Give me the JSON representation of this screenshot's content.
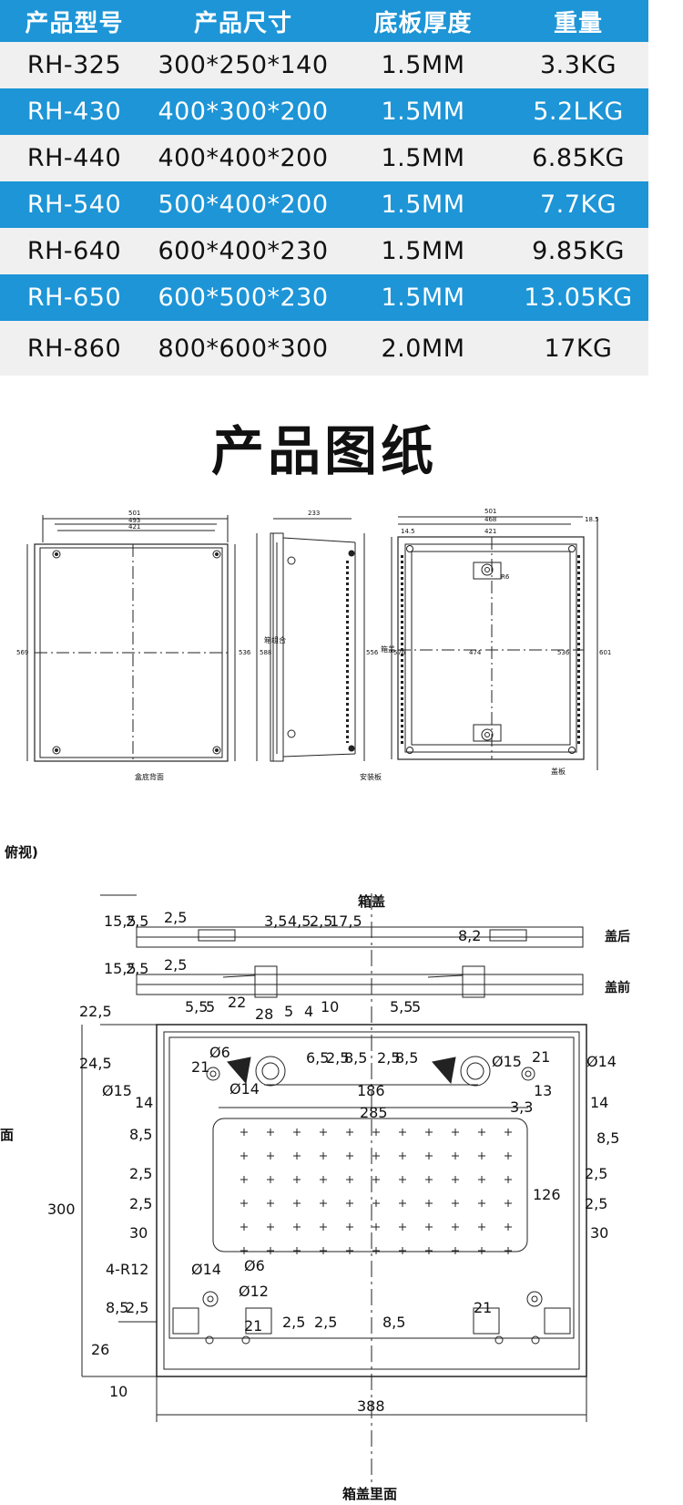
{
  "spec_table": {
    "headers": [
      "产品型号",
      "产品尺寸",
      "底板厚度",
      "重量"
    ],
    "rows": [
      {
        "model": "RH-325",
        "size": "300*250*140",
        "thickness": "1.5MM",
        "weight": "3.3KG"
      },
      {
        "model": "RH-430",
        "size": "400*300*200",
        "thickness": "1.5MM",
        "weight": "5.2LKG"
      },
      {
        "model": "RH-440",
        "size": "400*400*200",
        "thickness": "1.5MM",
        "weight": "6.85KG"
      },
      {
        "model": "RH-540",
        "size": "500*400*200",
        "thickness": "1.5MM",
        "weight": "7.7KG"
      },
      {
        "model": "RH-640",
        "size": "600*400*230",
        "thickness": "1.5MM",
        "weight": "9.85KG"
      },
      {
        "model": "RH-650",
        "size": "600*500*230",
        "thickness": "1.5MM",
        "weight": "13.05KG"
      },
      {
        "model": "RH-860",
        "size": "800*600*300",
        "thickness": "2.0MM",
        "weight": "17KG"
      }
    ],
    "colors": {
      "blue": "#1d95d7",
      "gray": "#f0f0f0"
    }
  },
  "section_title": "产品图纸",
  "drawings": {
    "front_view": {
      "dims": [
        "501",
        "493",
        "421",
        "569",
        "536"
      ],
      "caption": "盒底背面"
    },
    "side_view": {
      "dims": [
        "233",
        "588",
        "556"
      ],
      "labels": [
        "箱组合",
        "安装板"
      ]
    },
    "inner_view": {
      "dims": [
        "501",
        "468",
        "421",
        "18.5",
        "14.5",
        "576",
        "474",
        "536",
        "601",
        "R6"
      ],
      "labels": [
        "箱盖",
        "盖板"
      ]
    }
  },
  "bottom_drawing": {
    "corner_label": "俯视)",
    "left_label": "面",
    "top_label": "箱盖",
    "lid_back_label": "盖后",
    "lid_front_label": "盖前",
    "bottom_caption": "箱盖里面",
    "dims": {
      "d15_5a": "15,5",
      "d2_5a": "2,5",
      "d2_5b": "2,5",
      "d15_5b": "15,5",
      "d2_5c": "2,5",
      "d2_5d": "2,5",
      "d22_5": "22,5",
      "d5_5": "5,5",
      "d5a": "5",
      "d22": "22",
      "d28": "28",
      "d5b": "5",
      "d4": "4",
      "d10": "10",
      "d3_5": "3,5",
      "d4_5": "4,5",
      "d2_5e": "2,5",
      "d17_5": "17,5",
      "d8_2": "8,2",
      "d5_5b": "5,5",
      "d5c": "5",
      "d24_5": "24,5",
      "d6_5": "6,5",
      "d2_5f": "2,5",
      "d8_5a": "8,5",
      "d2_5g": "2,5",
      "d8_5b": "8,5",
      "phi6": "Ø6",
      "phi15a": "Ø15",
      "phi14a": "Ø14",
      "d21a": "21",
      "d186": "186",
      "phi15b": "Ø15",
      "d21b": "21",
      "phi14b": "Ø14",
      "d13": "13",
      "d14a": "14",
      "d14b": "14",
      "d285": "285",
      "d3_3": "3,3",
      "d8_5c": "8,5",
      "d8_5d": "8,5",
      "d300": "300",
      "d2_5h": "2,5",
      "d2_5i": "2,5",
      "d126": "126",
      "d2_5j": "2,5",
      "d2_5k": "2,5",
      "d30a": "30",
      "d30b": "30",
      "r12": "4-R12",
      "phi14c": "Ø14",
      "phi6b": "Ø6",
      "phi12": "Ø12",
      "d8_5e": "8,5",
      "d2_5l": "2,5",
      "d21c": "21",
      "d2_5m": "2,5",
      "d2_5n": "2,5",
      "d8_5f": "8,5",
      "d21d": "21",
      "d26": "26",
      "d10b": "10",
      "d388": "388"
    }
  }
}
